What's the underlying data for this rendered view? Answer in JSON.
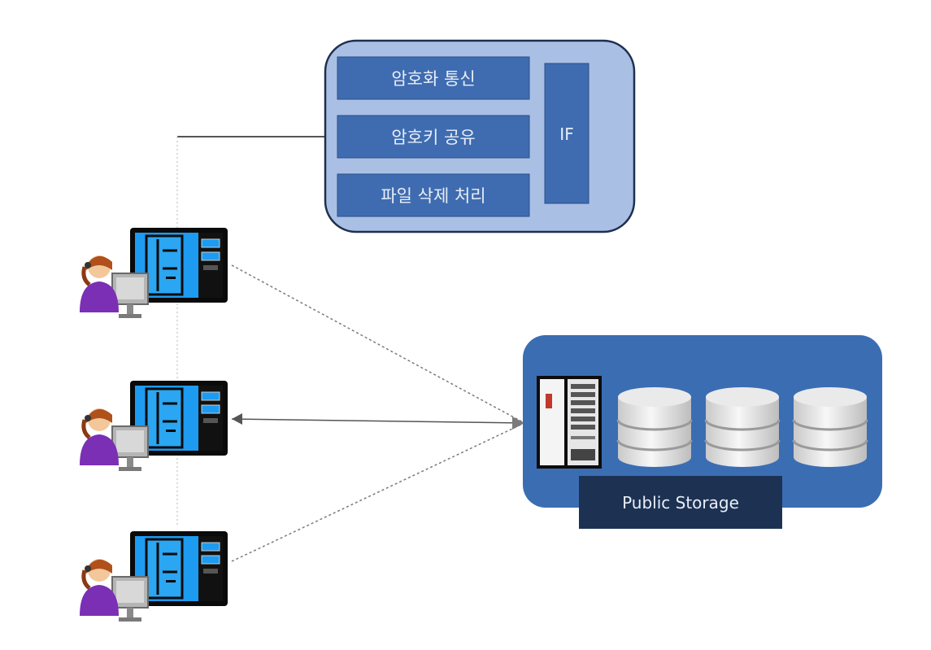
{
  "client_module": {
    "functions": [
      {
        "label": "암호화 통신"
      },
      {
        "label": "암호키 공유"
      },
      {
        "label": "파일 삭제 처리"
      }
    ],
    "side_label": "IF"
  },
  "storage": {
    "label": "Public Storage",
    "disk_count": 3
  },
  "clients": [
    {
      "icon": "user-workstation-icon"
    },
    {
      "icon": "user-workstation-icon"
    },
    {
      "icon": "user-workstation-icon"
    }
  ],
  "colors": {
    "panel_light": "#a9bfe4",
    "panel_border": "#1e2f4f",
    "box_blue": "#3f6cb0",
    "storage_blue": "#3b6db3",
    "storage_label_bg": "#1d3253",
    "screen_blue": "#1d9bf0"
  }
}
